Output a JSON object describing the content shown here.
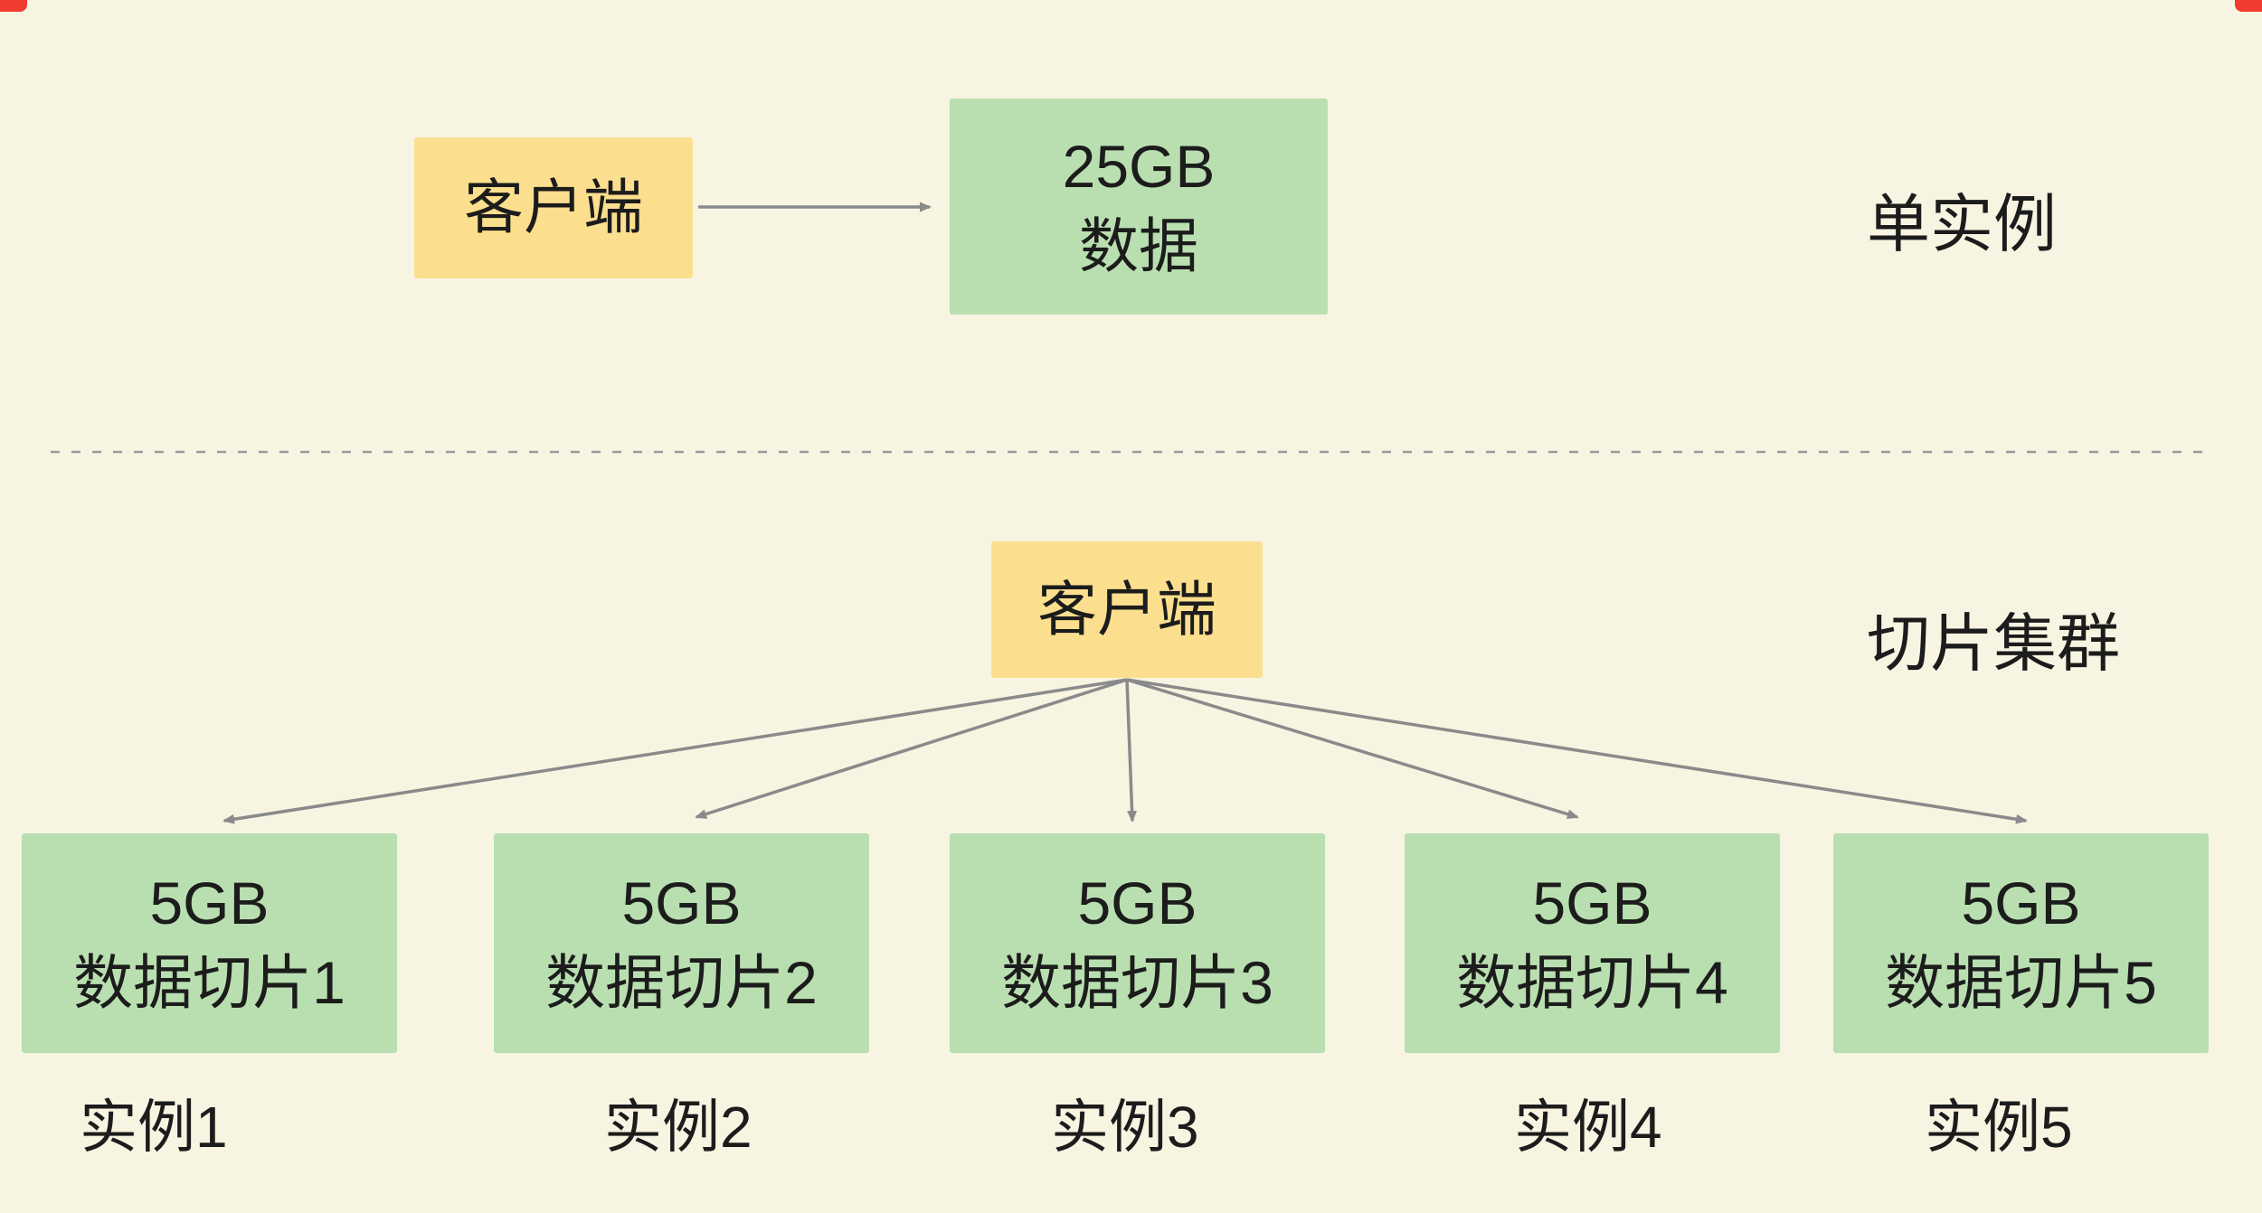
{
  "colors": {
    "background": "#f7f4e2",
    "client_box": "#fcdf8e",
    "data_box": "#b9dfb0",
    "arrow": "#8a8a8a",
    "divider": "#9a9a9a",
    "text": "#1c1c1c",
    "artifact": "#f03b2e"
  },
  "single_instance": {
    "client_label": "客户端",
    "data_box": {
      "line1": "25GB",
      "line2": "数据"
    },
    "section_label": "单实例"
  },
  "sharded_cluster": {
    "client_label": "客户端",
    "section_label": "切片集群",
    "shards": [
      {
        "line1": "5GB",
        "line2": "数据切片1",
        "instance": "实例1"
      },
      {
        "line1": "5GB",
        "line2": "数据切片2",
        "instance": "实例2"
      },
      {
        "line1": "5GB",
        "line2": "数据切片3",
        "instance": "实例3"
      },
      {
        "line1": "5GB",
        "line2": "数据切片4",
        "instance": "实例4"
      },
      {
        "line1": "5GB",
        "line2": "数据切片5",
        "instance": "实例5"
      }
    ]
  }
}
